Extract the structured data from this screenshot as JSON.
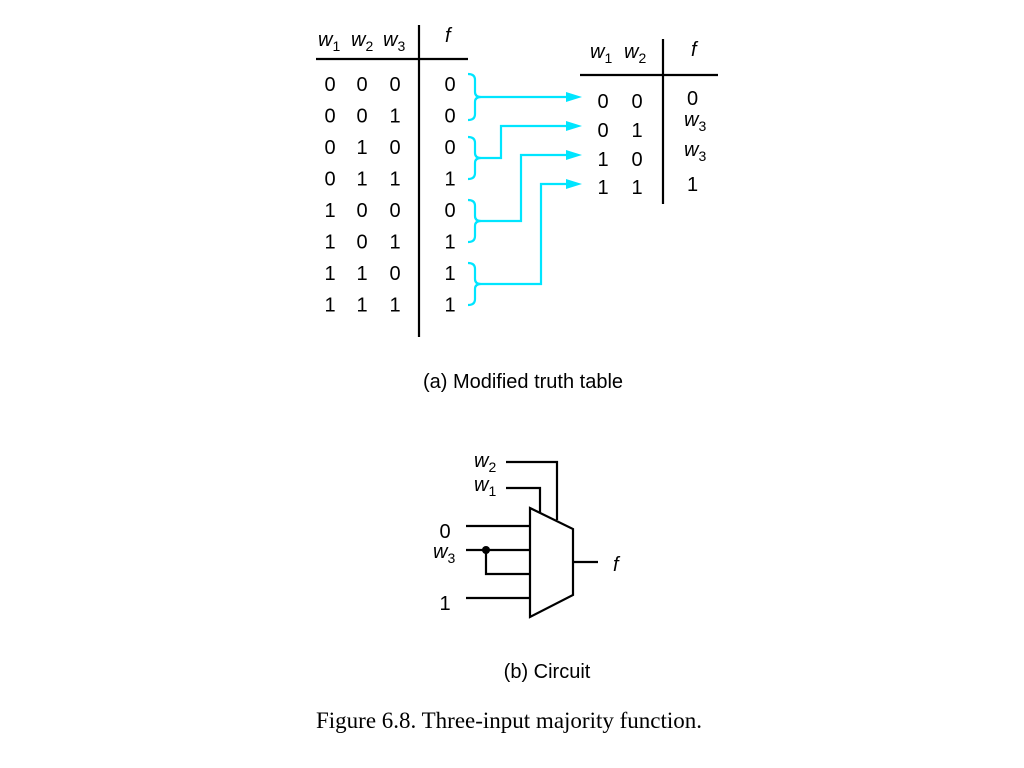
{
  "truth_table": {
    "headers": [
      {
        "var": "w",
        "sub": "1"
      },
      {
        "var": "w",
        "sub": "2"
      },
      {
        "var": "w",
        "sub": "3"
      },
      {
        "var": "f",
        "sub": ""
      }
    ],
    "rows": [
      [
        "0",
        "0",
        "0",
        "0"
      ],
      [
        "0",
        "0",
        "1",
        "0"
      ],
      [
        "0",
        "1",
        "0",
        "0"
      ],
      [
        "0",
        "1",
        "1",
        "1"
      ],
      [
        "1",
        "0",
        "0",
        "0"
      ],
      [
        "1",
        "0",
        "1",
        "1"
      ],
      [
        "1",
        "1",
        "0",
        "1"
      ],
      [
        "1",
        "1",
        "1",
        "1"
      ]
    ]
  },
  "modified_table": {
    "headers": [
      {
        "var": "w",
        "sub": "1"
      },
      {
        "var": "w",
        "sub": "2"
      },
      {
        "var": "f",
        "sub": ""
      }
    ],
    "rows": [
      {
        "w1": "0",
        "w2": "0",
        "f_var": "0",
        "f_sub": ""
      },
      {
        "w1": "0",
        "w2": "1",
        "f_var": "w",
        "f_sub": "3"
      },
      {
        "w1": "1",
        "w2": "0",
        "f_var": "w",
        "f_sub": "3"
      },
      {
        "w1": "1",
        "w2": "1",
        "f_var": "1",
        "f_sub": ""
      }
    ]
  },
  "caption_a": "(a) Modified truth table",
  "circuit": {
    "select_top": {
      "var": "w",
      "sub": "2"
    },
    "select_bottom": {
      "var": "w",
      "sub": "1"
    },
    "input_0": "0",
    "input_w3": {
      "var": "w",
      "sub": "3"
    },
    "input_1": "1",
    "output": "f"
  },
  "caption_b": "(b) Circuit",
  "figure_caption": "Figure 6.8.  Three-input majority function.",
  "colors": {
    "arrows": "#00e5ff",
    "lines": "#000000"
  }
}
